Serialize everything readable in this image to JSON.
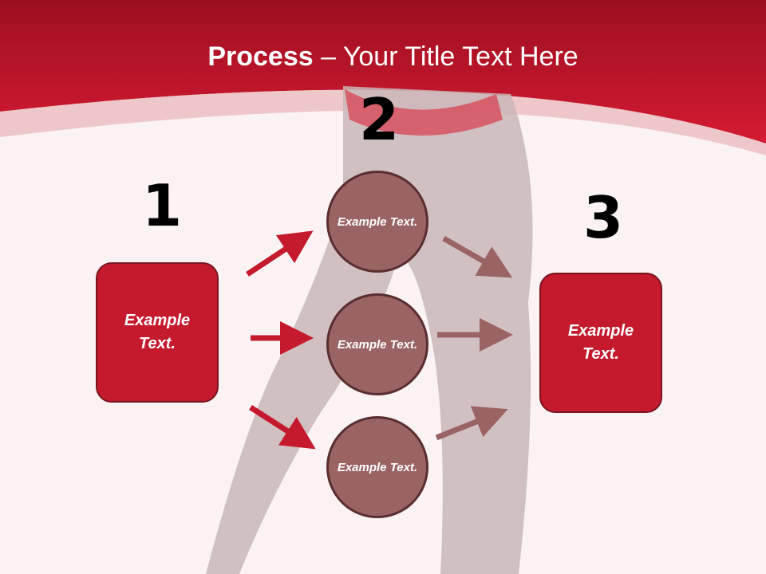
{
  "slide": {
    "title_bold": "Process",
    "title_rest": " – Your Title Text Here"
  },
  "steps": [
    {
      "number": "1",
      "label": "Example Text."
    },
    {
      "number": "2",
      "items": [
        "Example Text.",
        "Example Text.",
        "Example Text."
      ]
    },
    {
      "number": "3",
      "label": "Example Text."
    }
  ],
  "colors": {
    "header_red": "#c5192d",
    "box_fill": "#c5192d",
    "circle_fill": "#9a6465",
    "arrow_in": "#c5192d",
    "arrow_out": "#9a6465"
  }
}
